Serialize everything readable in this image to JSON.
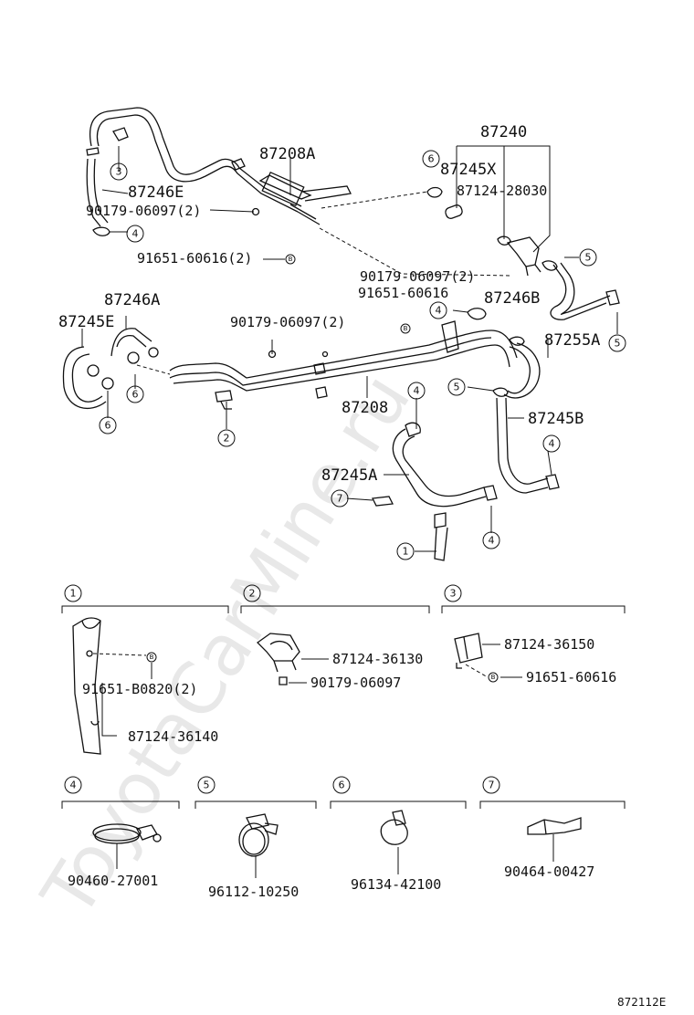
{
  "watermark": "ToyotaCarMine.ru",
  "diagram_code": "872112E",
  "labels": {
    "p87240": "87240",
    "p87208A": "87208A",
    "p87245X": "87245X",
    "p87124_28030": "87124-28030",
    "p87246E": "87246E",
    "p90179_06097_2a": "90179-06097(2)",
    "p91651_60616_2": "91651-60616(2)",
    "p90179_06097_2b": "90179-06097(2)",
    "p91651_60616a": "91651-60616",
    "p87246B": "87246B",
    "p87246A": "87246A",
    "p87245E": "87245E",
    "p90179_06097_2c": "90179-06097(2)",
    "p87255A": "87255A",
    "p87208": "87208",
    "p87245B": "87245B",
    "p87245A": "87245A",
    "p91651_B0820_2": "91651-B0820(2)",
    "p87124_36140": "87124-36140",
    "p87124_36130": "87124-36130",
    "p90179_06097": "90179-06097",
    "p87124_36150": "87124-36150",
    "p91651_60616b": "91651-60616",
    "p90460_27001": "90460-27001",
    "p96112_10250": "96112-10250",
    "p96134_42100": "96134-42100",
    "p90464_00427": "90464-00427"
  },
  "callouts": {
    "c1": "1",
    "c2": "2",
    "c3": "3",
    "c4": "4",
    "c5": "5",
    "c6": "6",
    "c7": "7"
  }
}
